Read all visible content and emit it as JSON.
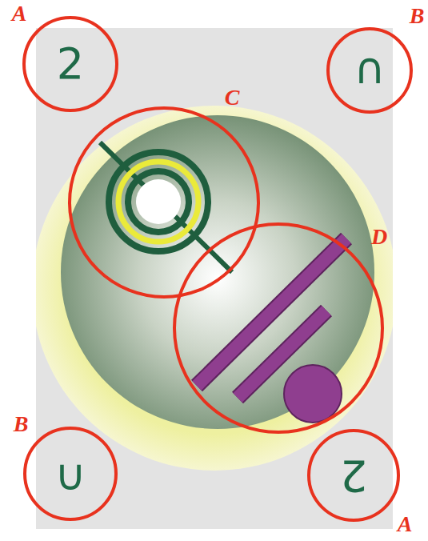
{
  "diagram": {
    "labels": [
      "A",
      "B",
      "2",
      "∩",
      "C",
      "D",
      "B",
      "∪",
      "2",
      "A"
    ]
  }
}
